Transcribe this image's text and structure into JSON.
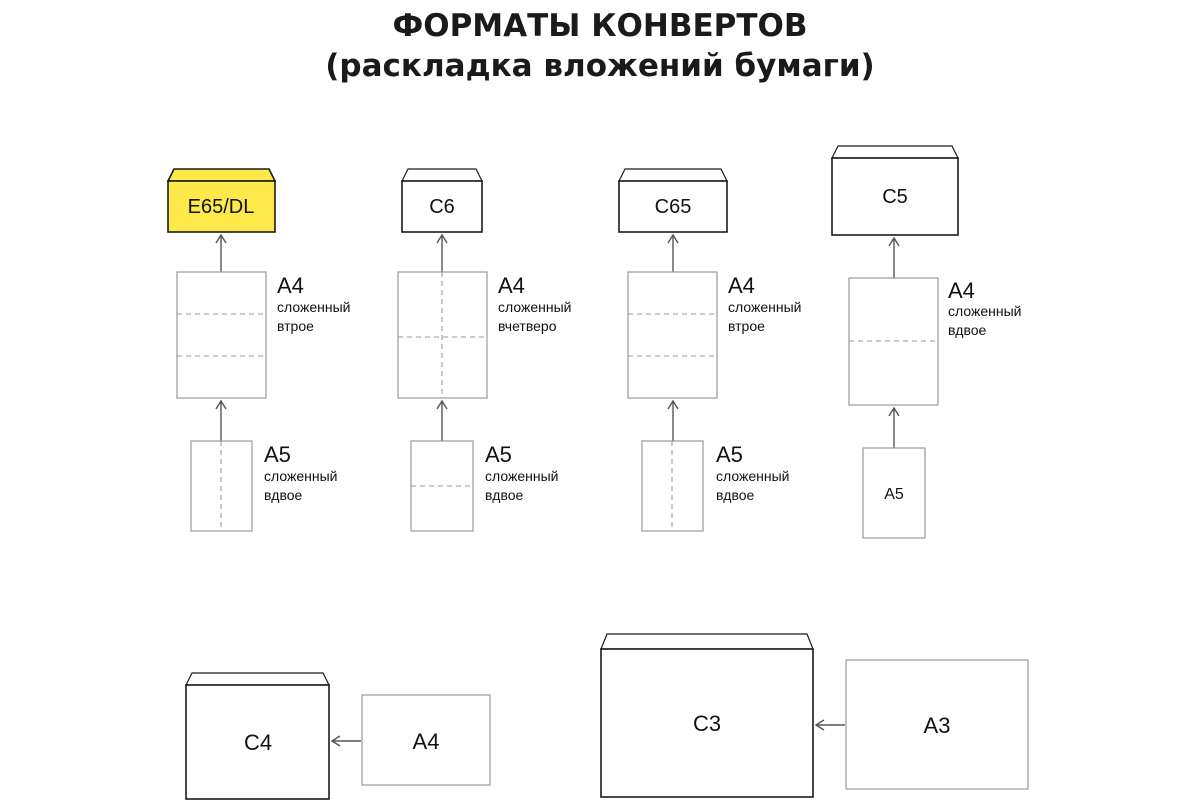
{
  "title": {
    "line1": "ФОРМАТЫ КОНВЕРТОВ",
    "line2": "(раскладка вложений бумаги)"
  },
  "colors": {
    "highlight_envelope": "#fde94a",
    "outline": "#1a1a1a",
    "paper_outline": "#9a9a9a",
    "arrow": "#555555"
  },
  "columns": [
    {
      "envelope": "E65/DL",
      "highlighted": true,
      "large": {
        "format": "A4",
        "line1": "сложенный",
        "line2": "втрое"
      },
      "small": {
        "format": "A5",
        "line1": "сложенный",
        "line2": "вдвое"
      }
    },
    {
      "envelope": "C6",
      "highlighted": false,
      "large": {
        "format": "A4",
        "line1": "сложенный",
        "line2": "вчетверо"
      },
      "small": {
        "format": "A5",
        "line1": "сложенный",
        "line2": "вдвое"
      }
    },
    {
      "envelope": "C65",
      "highlighted": false,
      "large": {
        "format": "A4",
        "line1": "сложенный",
        "line2": "втрое"
      },
      "small": {
        "format": "A5",
        "line1": "сложенный",
        "line2": "вдвое"
      }
    },
    {
      "envelope": "C5",
      "highlighted": false,
      "large": {
        "format": "A4",
        "line1": "сложенный",
        "line2": "вдвое"
      },
      "small": {
        "format": "A5"
      }
    }
  ],
  "bottom": [
    {
      "envelope": "C4",
      "paper": "A4"
    },
    {
      "envelope": "C3",
      "paper": "A3"
    }
  ]
}
